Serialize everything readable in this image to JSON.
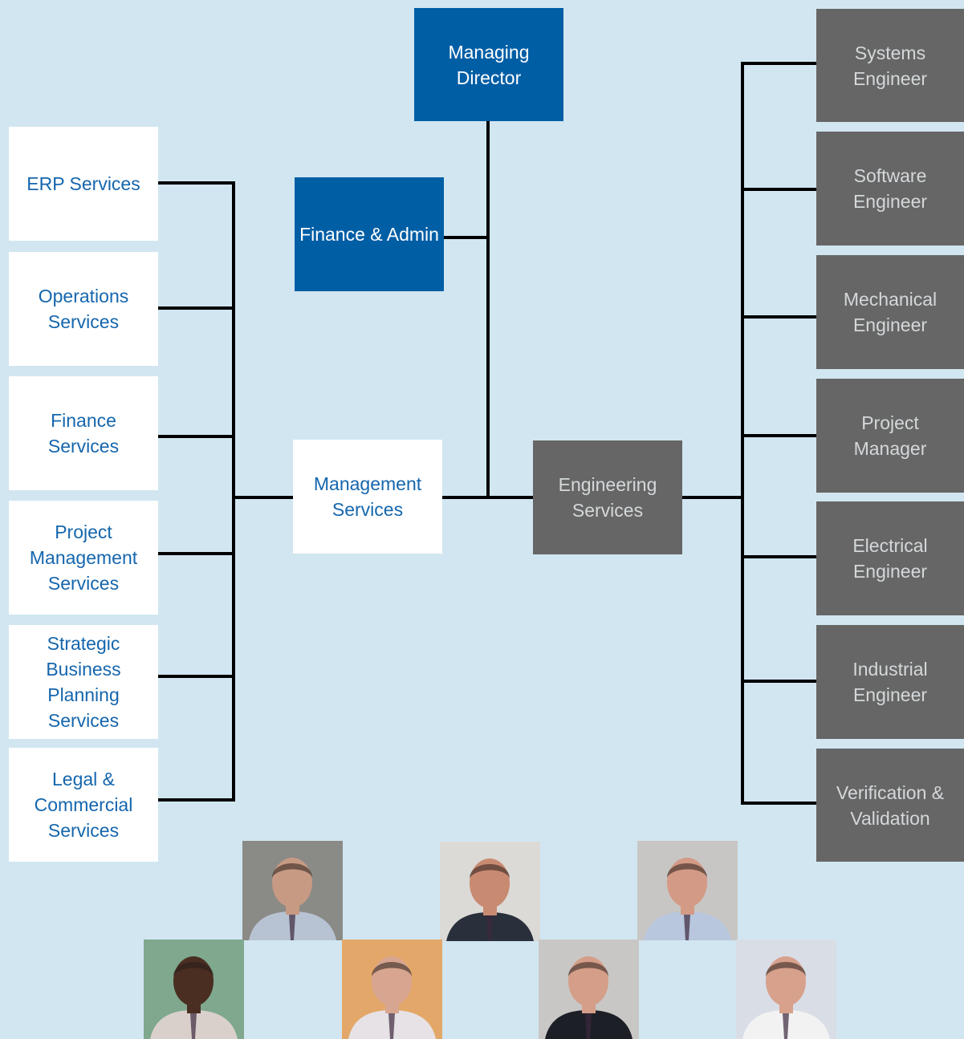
{
  "colors": {
    "background": "#d1e6f1",
    "blue_box": "#005ea5",
    "white_box": "#ffffff",
    "white_box_text": "#1566ad",
    "grey_box": "#666666",
    "grey_box_text": "#d4d8da",
    "connector": "#000000"
  },
  "top": {
    "managing_director": "Managing\nDirector",
    "finance_admin": "Finance & Admin"
  },
  "center": {
    "management_services": "Management\nServices",
    "engineering_services": "Engineering\nServices"
  },
  "left_services": [
    "ERP Services",
    "Operations\nServices",
    "Finance\nServices",
    "Project\nManagement\nServices",
    "Strategic\nBusiness\nPlanning Services",
    "Legal &\nCommercial\nServices"
  ],
  "right_roles": [
    "Systems\nEngineer",
    "Software\nEngineer",
    "Mechanical\nEngineer",
    "Project\nManager",
    "Electrical\nEngineer",
    "Industrial\nEngineer",
    "Verification &\nValidation"
  ],
  "photos": [
    {
      "name": "team-photo-1",
      "icon": "person-portrait-icon",
      "bg": "#8a8a86",
      "shirt": "#b7c3d3",
      "skin": "#c79a84"
    },
    {
      "name": "team-photo-2",
      "icon": "person-portrait-icon",
      "bg": "#dcdad6",
      "shirt": "#2a2f3c",
      "skin": "#c98a72"
    },
    {
      "name": "team-photo-3",
      "icon": "person-portrait-icon",
      "bg": "#c8c6c4",
      "shirt": "#b9c7de",
      "skin": "#d39a86"
    },
    {
      "name": "team-photo-4",
      "icon": "person-portrait-icon",
      "bg": "#7fa88e",
      "shirt": "#d9d0cc",
      "skin": "#4a2e22"
    },
    {
      "name": "team-photo-5",
      "icon": "person-portrait-icon",
      "bg": "#e3a869",
      "shirt": "#e6e2e6",
      "skin": "#d8a690"
    },
    {
      "name": "team-photo-6",
      "icon": "person-portrait-icon",
      "bg": "#c9c7c5",
      "shirt": "#1d1f26",
      "skin": "#d59e88"
    },
    {
      "name": "team-photo-7",
      "icon": "person-portrait-icon",
      "bg": "#d9dde6",
      "shirt": "#f2f2f2",
      "skin": "#d7a18c"
    }
  ]
}
